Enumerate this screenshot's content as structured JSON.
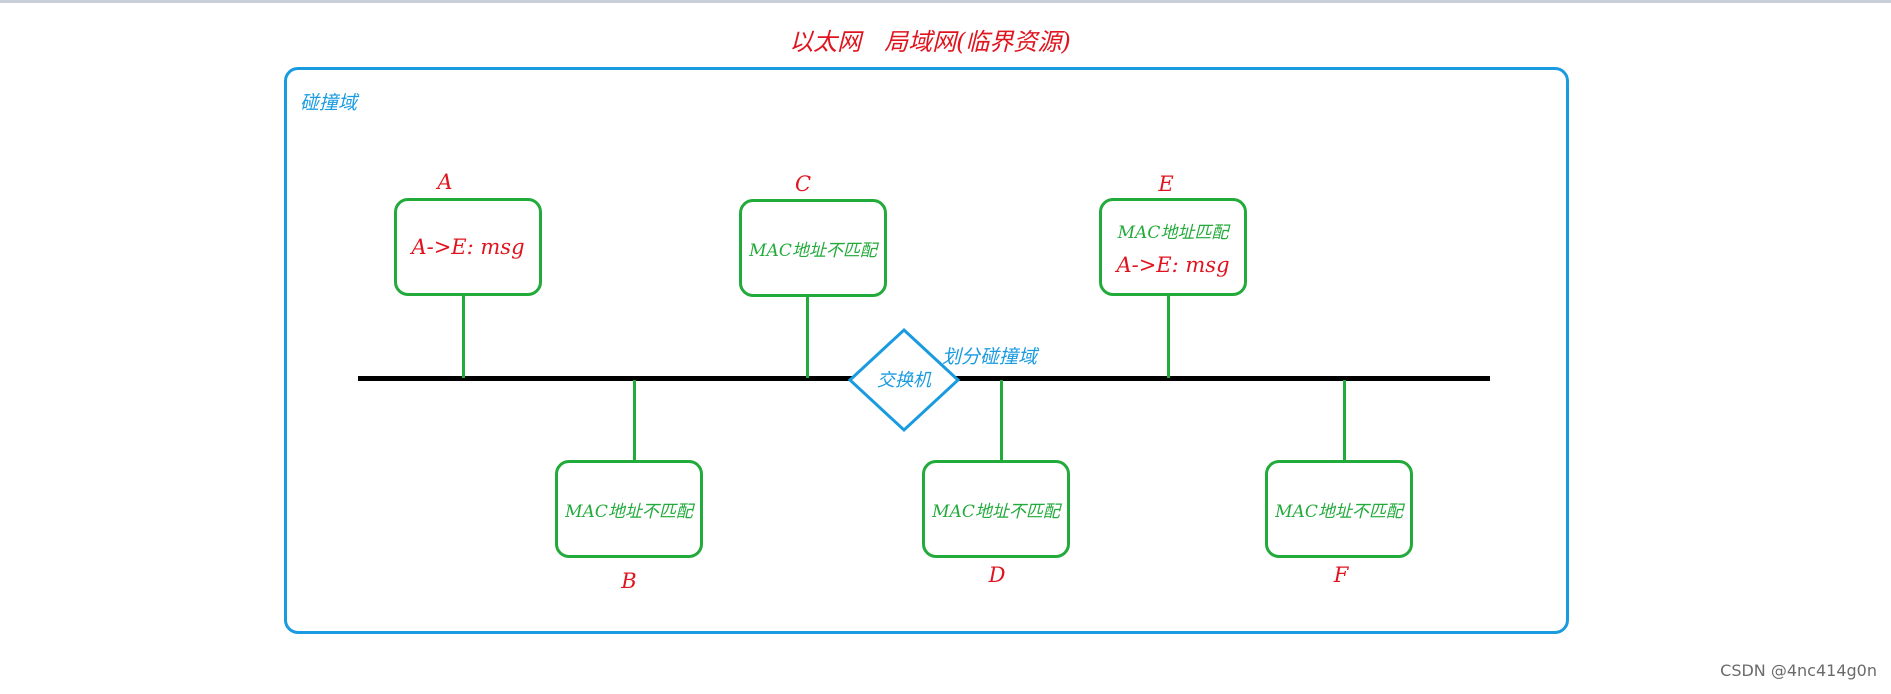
{
  "diagram": {
    "title": "以太网   局域网(临界资源)",
    "collision_domain_label": "碰撞域",
    "switch": {
      "label": "交换机",
      "note": "划分碰撞域"
    },
    "hosts": {
      "a": {
        "name": "A",
        "message": "A->E: msg"
      },
      "b": {
        "name": "B",
        "status": "MAC地址不匹配"
      },
      "c": {
        "name": "C",
        "status": "MAC地址不匹配"
      },
      "d": {
        "name": "D",
        "status": "MAC地址不匹配"
      },
      "e": {
        "name": "E",
        "status": "MAC地址匹配",
        "message": "A->E: msg"
      },
      "f": {
        "name": "F",
        "status": "MAC地址不匹配"
      }
    },
    "colors": {
      "host_border": "#22aa3a",
      "domain_border": "#1a9be0",
      "accent_red": "#e0141e",
      "bus": "#000000"
    }
  },
  "watermark": "CSDN @4nc414g0n"
}
